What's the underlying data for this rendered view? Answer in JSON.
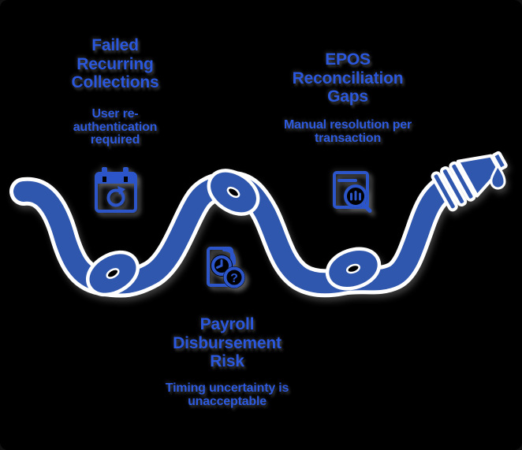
{
  "theme": {
    "background": "#000000",
    "hose_color": "#2F57AE",
    "outline_color": "#FFFFFF",
    "icon_color": "#2B55C8",
    "title_color": "#2A57DC",
    "subtitle_color": "#2D5ADF"
  },
  "stages": [
    {
      "title": "Failed Recurring Collections",
      "subtitle": "User re-authentication required",
      "icon": "calendar-sync-icon"
    },
    {
      "title": "EPOS Reconciliation Gaps",
      "subtitle": "Manual resolution per transaction",
      "icon": "document-search-icon"
    },
    {
      "title": "Payroll Disbursement Risk",
      "subtitle": "Timing uncertainty is unacceptable",
      "icon": "document-clock-question-icon"
    }
  ],
  "illustration": {
    "motif": "knotted hose with dripping nozzle",
    "knot_count": 3,
    "question_glyph": "?"
  }
}
